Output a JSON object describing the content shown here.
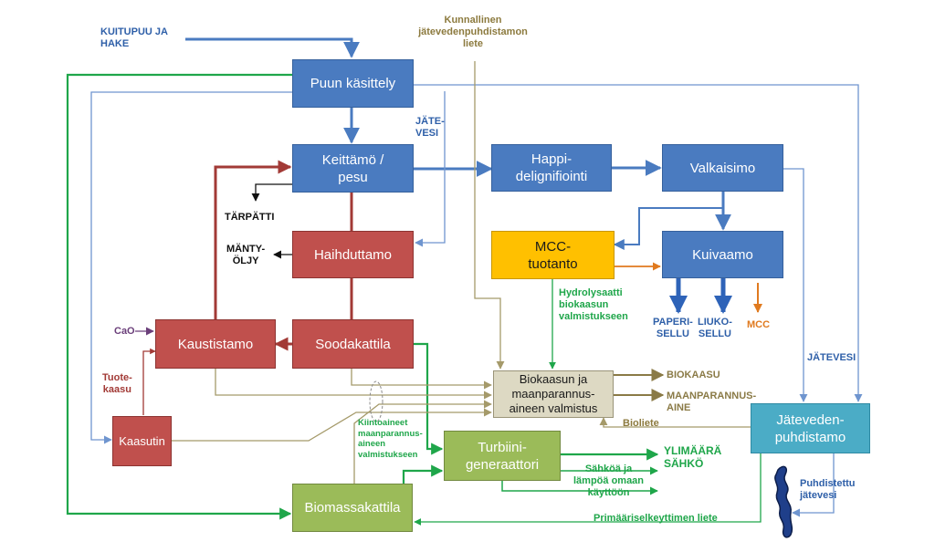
{
  "boxes": {
    "puun_kasittely": "Puun käsittely",
    "keittamo": "Keittämö /\npesu",
    "happi": "Happi-\ndelignifiointi",
    "valkaisimo": "Valkaisimo",
    "haihduttamo": "Haihduttamo",
    "mcc": "MCC-\ntuotanto",
    "kuivaamo": "Kuivaamo",
    "kaustistamo": "Kaustistamo",
    "soodakattila": "Soodakattila",
    "biokaasu": "Biokaasun ja\nmaanparannus-\naineen valmistus",
    "kaasutin": "Kaasutin",
    "turbiini": "Turbiini-\ngeneraattori",
    "jatevedenpuhdistamo": "Jäteveden-\npuhdistamo",
    "biomassakattila": "Biomassakattila"
  },
  "labels": {
    "kuitupuu": "KUITUPUU JA\nHAKE",
    "kunnallinen": "Kunnallinen\njätevedenpuhdistamon\nliete",
    "jatevesi_top": "JÄTE-\nVESI",
    "tarpatti": "TÄRPÄTTI",
    "mantyoljy": "MÄNTY-\nÖLJY",
    "cao": "CaO",
    "tuotekaasu": "Tuote-\nkaasu",
    "hydrolysaatti": "Hydrolysaatti\nbiokaasun\nvalmistukseen",
    "paperisellu": "PAPERI-\nSELLU",
    "liukosellu": "LIUKO-\nSELLU",
    "mcc_out": "MCC",
    "jatevesi_right": "JÄTEVESI",
    "biokaasu_out": "BIOKAASU",
    "maanparannusaine": "MAANPARANNUS-\nAINE",
    "bioliete": "Bioliete",
    "kiintoaineet": "Kiintoaineet\nmaanparannus-\naineen\nvalmistukseen",
    "ylimaara": "YLIMÄÄRÄ\nSÄHKÖ",
    "sahkoa": "Sähköä ja\nlämpöä omaan\nkäyttöön",
    "puhdistettu": "Puhdistettu\njätevesi",
    "primaari": "Primääriselkeyttimen liete"
  },
  "colors": {
    "process_blue": "#4a7bc0",
    "chemical_red": "#c0504d",
    "energy_green": "#9bbb59",
    "mcc_orange": "#ffc000",
    "biogas_tan": "#ddd9c3",
    "water_cyan": "#4bacc6"
  }
}
